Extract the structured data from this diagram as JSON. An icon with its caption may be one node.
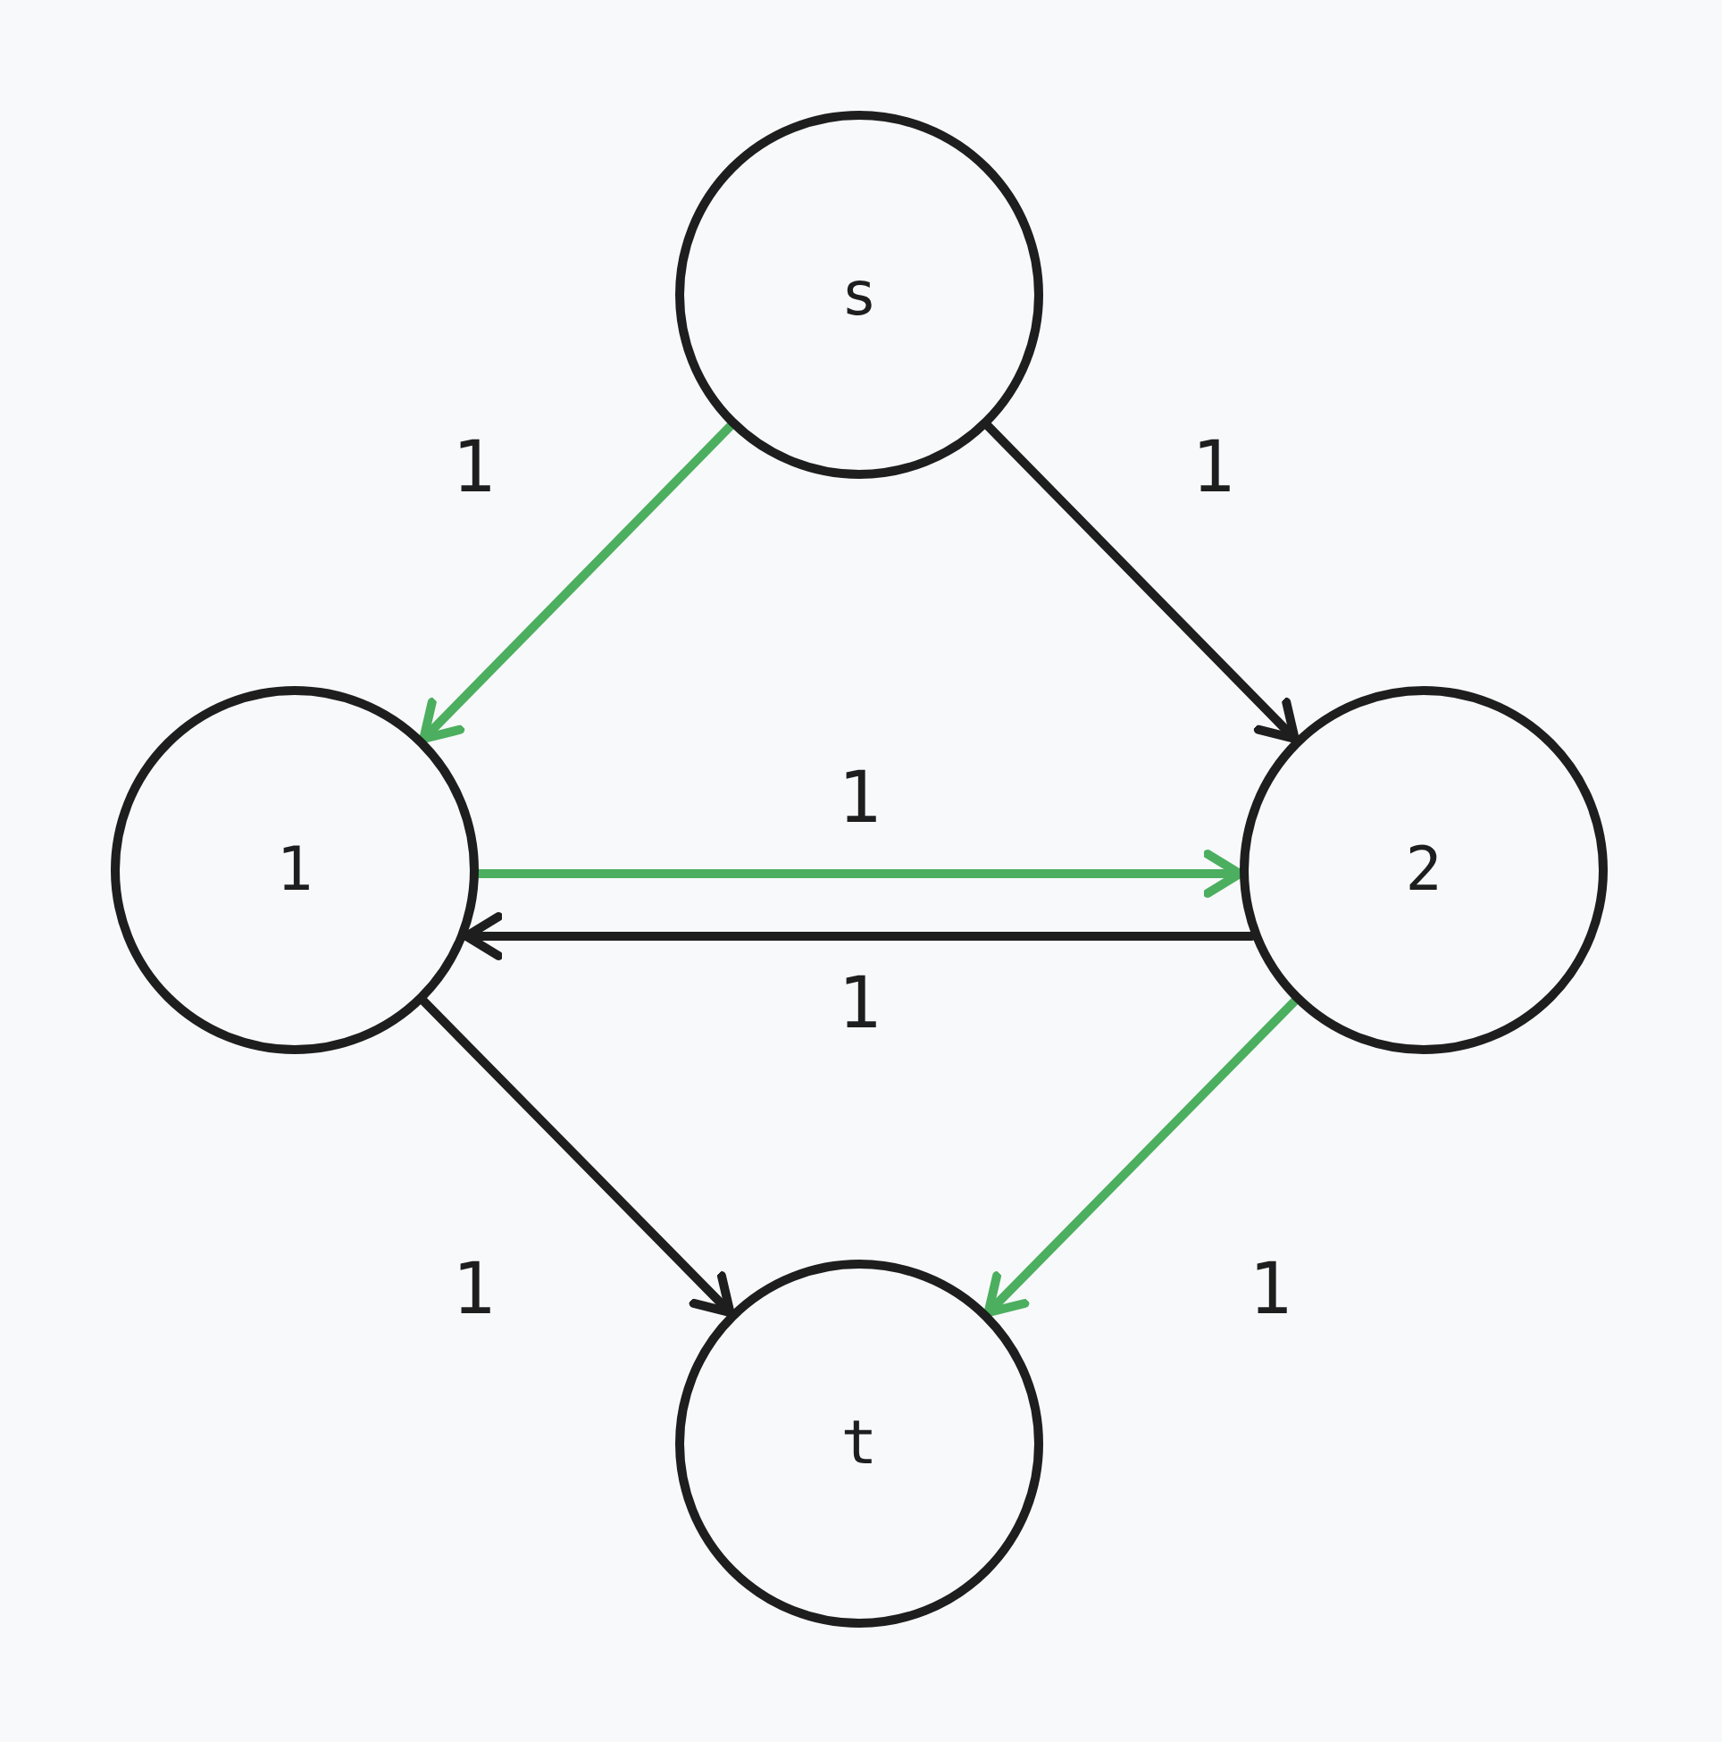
{
  "diagram": {
    "nodes": [
      {
        "text": [
          "s"
        ]
      },
      {
        "text": [
          "1"
        ]
      },
      {
        "text": [
          "2"
        ]
      },
      {
        "text": [
          "t"
        ]
      }
    ],
    "edges": [
      {
        "from": 0,
        "to": 1,
        "arrow": "to",
        "label": "1",
        "color": "#4caf5f"
      },
      {
        "from": 0,
        "to": 2,
        "arrow": "to",
        "label": "1",
        "color": "#1e1e1e"
      },
      {
        "from": 1,
        "to": 2,
        "arrow": "to",
        "label": "1",
        "color": "#4caf5f"
      },
      {
        "from": 2,
        "to": 1,
        "arrow": "to",
        "label": "1",
        "color": "#1e1e1e"
      },
      {
        "from": 1,
        "to": 3,
        "arrow": "to",
        "label": "1",
        "color": "#1e1e1e"
      },
      {
        "from": 2,
        "to": 3,
        "arrow": "to",
        "label": "1",
        "color": "#4caf5f"
      }
    ]
  }
}
